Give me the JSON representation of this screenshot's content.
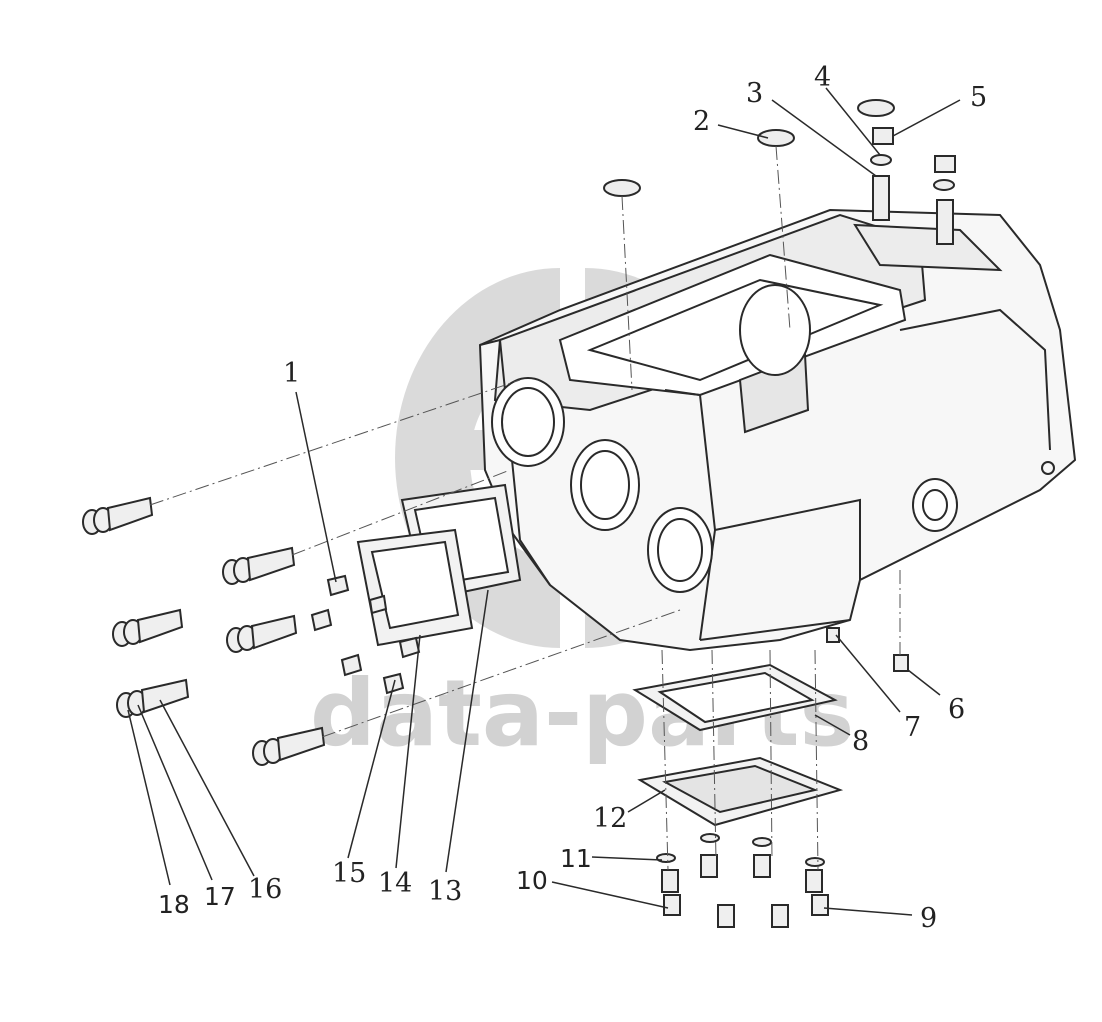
{
  "watermark": {
    "text": "data-parts",
    "color": "#cfcfcf"
  },
  "colors": {
    "line": "#2a2a2a",
    "fill": "#f4f4f4",
    "shade": "#dcdcdc"
  },
  "callouts": [
    {
      "id": "1",
      "label": "1"
    },
    {
      "id": "2",
      "label": "2"
    },
    {
      "id": "3",
      "label": "3"
    },
    {
      "id": "4",
      "label": "4"
    },
    {
      "id": "5",
      "label": "5"
    },
    {
      "id": "6",
      "label": "6"
    },
    {
      "id": "7",
      "label": "7"
    },
    {
      "id": "8",
      "label": "8"
    },
    {
      "id": "9",
      "label": "9"
    },
    {
      "id": "10",
      "label": "10"
    },
    {
      "id": "11",
      "label": "11"
    },
    {
      "id": "12",
      "label": "12"
    },
    {
      "id": "13",
      "label": "13"
    },
    {
      "id": "14",
      "label": "14"
    },
    {
      "id": "15",
      "label": "15"
    },
    {
      "id": "16",
      "label": "16"
    },
    {
      "id": "17",
      "label": "17"
    },
    {
      "id": "18",
      "label": "18"
    }
  ]
}
